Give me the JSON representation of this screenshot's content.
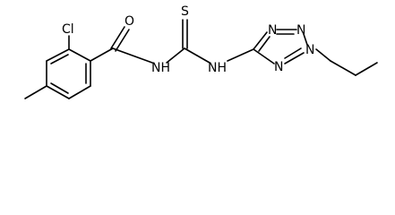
{
  "atom_labels": {
    "chlorine": "Cl",
    "carbonyl_oxygen": "O",
    "thione_sulfur": "S",
    "amide_nh": "NH",
    "amine_nh": "NH",
    "tetrazole_n_top": "N",
    "tetrazole_n_right": "N",
    "tetrazole_n_bottom": "N"
  }
}
